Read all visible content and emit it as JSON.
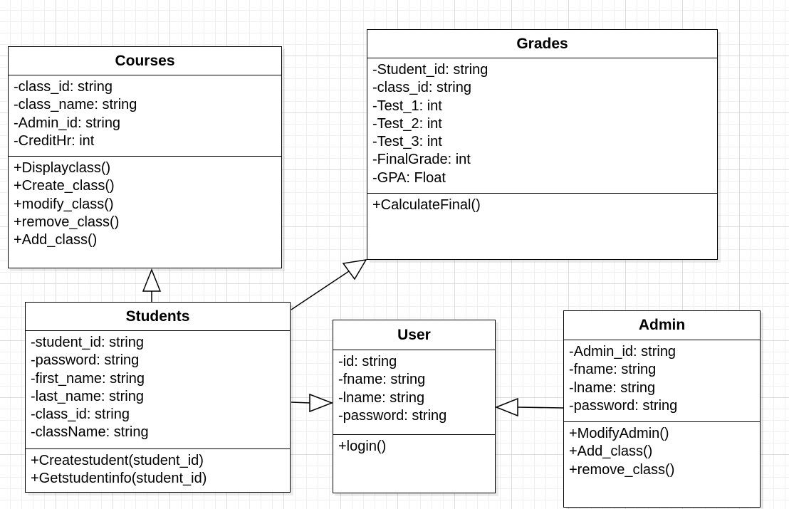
{
  "classes": {
    "courses": {
      "name": "Courses",
      "attributes": [
        "-class_id: string",
        "-class_name: string",
        "-Admin_id: string",
        "-CreditHr: int"
      ],
      "methods": [
        "+Displayclass()",
        "+Create_class()",
        "+modify_class()",
        "+remove_class()",
        "+Add_class()"
      ]
    },
    "grades": {
      "name": "Grades",
      "attributes": [
        "-Student_id: string",
        "-class_id: string",
        "-Test_1: int",
        "-Test_2: int",
        "-Test_3: int",
        "-FinalGrade: int",
        "-GPA: Float"
      ],
      "methods": [
        "+CalculateFinal()"
      ]
    },
    "students": {
      "name": "Students",
      "attributes": [
        "-student_id: string",
        "-password: string",
        "-first_name: string",
        "-last_name: string",
        "-class_id: string",
        "-className: string"
      ],
      "methods": [
        "+Createstudent(student_id)",
        "+Getstudentinfo(student_id)"
      ]
    },
    "user": {
      "name": "User",
      "attributes": [
        "-id: string",
        "-fname: string",
        "-lname: string",
        "-password: string"
      ],
      "methods": [
        "+login()"
      ]
    },
    "admin": {
      "name": "Admin",
      "attributes": [
        "-Admin_id: string",
        "-fname: string",
        "-lname: string",
        "-password: string"
      ],
      "methods": [
        "+ModifyAdmin()",
        "+Add_class()",
        "+remove_class()"
      ]
    }
  },
  "relationships": [
    {
      "type": "generalization",
      "from": "Students",
      "to": "Courses"
    },
    {
      "type": "generalization",
      "from": "Students",
      "to": "Grades"
    },
    {
      "type": "generalization",
      "from": "Students",
      "to": "User"
    },
    {
      "type": "generalization",
      "from": "Admin",
      "to": "User"
    }
  ]
}
